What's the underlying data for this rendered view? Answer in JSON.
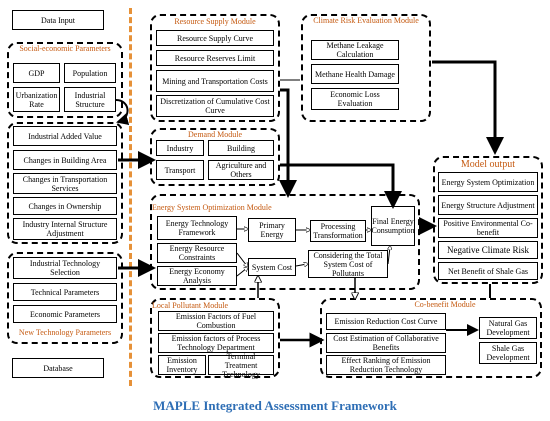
{
  "left": {
    "data_input": "Data Input",
    "social_title": "Social-economic Parameters",
    "gdp": "GDP",
    "population": "Population",
    "urbanization": "Urbanization Rate",
    "industrial_structure": "Industrial Structure",
    "industrial_added_value": "Industrial Added Value",
    "building_area": "Changes in Building Area",
    "transportation": "Changes in Transportation Services",
    "ownership": "Changes in Ownership",
    "internal_structure": "Industry Internal Structure Adjustment",
    "tech_selection": "Industrial Technology Selection",
    "technical_params": "Technical Parameters",
    "economic_params": "Economic Parameters",
    "new_tech_title": "New Technology Parameters",
    "database": "Database"
  },
  "resource": {
    "title": "Resource Supply Module",
    "curve": "Resource Supply Curve",
    "limit": "Resource Reserves Limit",
    "mining": "Mining and Transportation Costs",
    "discretization": "Discretization of Cumulative Cost Curve"
  },
  "demand": {
    "title": "Demand Module",
    "industry": "Industry",
    "building": "Building",
    "transport": "Transport",
    "agriculture": "Agriculture and Others"
  },
  "climate": {
    "title": "Climate Risk Evaluation Module",
    "methane_leakage": "Methane Leakage Calculation",
    "methane_health": "Methane Health Damage",
    "economic_loss": "Economic Loss Evaluation"
  },
  "optimization": {
    "title": "Energy System Optimization Module",
    "tech_framework": "Energy Technology Framework",
    "resource_constraints": "Energy Resource Constraints",
    "economy_analysis": "Energy Economy Analysis",
    "primary": "Primary Energy",
    "processing": "Processing Transformation",
    "final": "Final Energy Consumption",
    "system_cost": "System Cost",
    "total_cost": "Considering the Total System Cost of Pollutants"
  },
  "output": {
    "title": "Model output",
    "system_opt": "Energy System Optimization",
    "structure_adj": "Energy Structure Adjustment",
    "positive": "Positive Environmental Co-benefit",
    "negative": "Negative Climate Risk",
    "shale": "Net Benefit of Shale Gas"
  },
  "pollutant": {
    "title": "Local Pollutant Module",
    "fuel": "Emission Factors of Fuel Combustion",
    "process": "Emission factors of Process Technology Department",
    "inventory": "Emission Inventory",
    "terminal": "Terminal Treatment Technology"
  },
  "cobenefit": {
    "title": "Co-benefit Module",
    "reduction_curve": "Emission Reduction Cost Curve",
    "cost_estimation": "Cost Estimation of Collaborative Benefits",
    "ranking": "Effect Ranking of Emission Reduction Technology",
    "natural_gas": "Natural Gas Development",
    "shale_gas": "Shale Gas Development"
  },
  "footer": {
    "title": "MAPLE Integrated Assessment Framework"
  }
}
